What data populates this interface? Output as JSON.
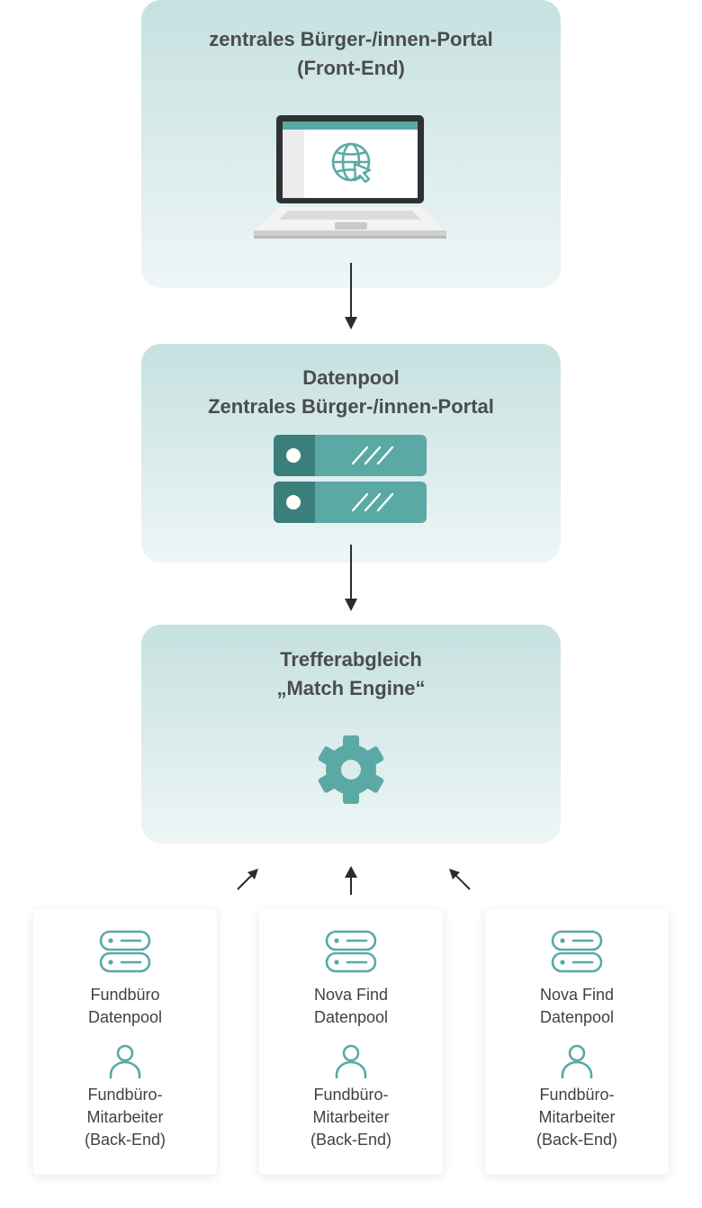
{
  "portal": {
    "title_line1": "zentrales Bürger-/innen-Portal",
    "title_line2": "(Front-End)",
    "icon": "laptop-globe-icon"
  },
  "datapool": {
    "title_line1": "Datenpool",
    "title_line2": "Zentrales Bürger-/innen-Portal",
    "icon": "server-stack-icon"
  },
  "match": {
    "title_line1": "Trefferabgleich",
    "title_line2": "„Match Engine“",
    "icon": "gear-icon"
  },
  "cards": [
    {
      "source_line1": "Fundbüro",
      "source_line2": "Datenpool",
      "role_line1": "Fundbüro-",
      "role_line2": "Mitarbeiter",
      "role_line3": "(Back-End)"
    },
    {
      "source_line1": "Nova Find",
      "source_line2": "Datenpool",
      "role_line1": "Fundbüro-",
      "role_line2": "Mitarbeiter",
      "role_line3": "(Back-End)"
    },
    {
      "source_line1": "Nova Find",
      "source_line2": "Datenpool",
      "role_line1": "Fundbüro-",
      "role_line2": "Mitarbeiter",
      "role_line3": "(Back-End)"
    }
  ],
  "colors": {
    "teal": "#5aa9a5",
    "teal_dark": "#3b7f7c",
    "text": "#4a4d4e",
    "panel_top": "#c6e1e0",
    "panel_bottom": "#eef6f6"
  }
}
